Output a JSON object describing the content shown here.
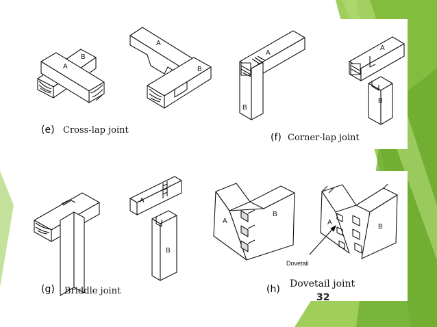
{
  "joints": [
    {
      "id": "e",
      "letter": "(e)",
      "name": "Cross-lap joint"
    },
    {
      "id": "f",
      "letter": "(f)",
      "name": "Corner-lap joint"
    },
    {
      "id": "g",
      "letter": "(g)",
      "name": "Briddle joint"
    },
    {
      "id": "h",
      "letter": "(h)",
      "name": "Dovetail joint"
    }
  ],
  "parts": {
    "a": "A",
    "b": "B"
  },
  "dovetail_label": "Dovetail",
  "page_number": "32",
  "colors": {
    "green_dark": "#6aa82d",
    "green_light": "#9fcf5a",
    "green_mid": "#84bd3e",
    "ink": "#111111"
  }
}
